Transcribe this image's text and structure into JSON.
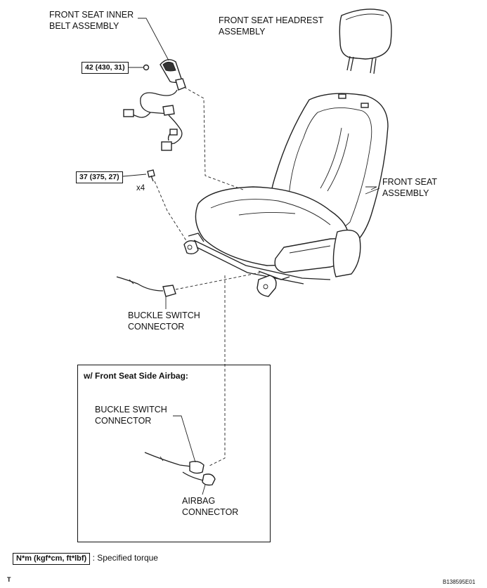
{
  "labels": {
    "inner_belt_line1": "FRONT SEAT INNER",
    "inner_belt_line2": "BELT ASSEMBLY",
    "headrest_line1": "FRONT SEAT HEADREST",
    "headrest_line2": "ASSEMBLY",
    "seat_line1": "FRONT SEAT",
    "seat_line2": "ASSEMBLY",
    "buckle_line1": "BUCKLE SWITCH",
    "buckle_line2": "CONNECTOR"
  },
  "torque": {
    "bolt_belt": "42 (430, 31)",
    "bolt_seat": "37 (375, 27)",
    "bolt_seat_qty": "x4"
  },
  "inset": {
    "title": "w/ Front Seat Side Airbag:",
    "buckle_line1": "BUCKLE SWITCH",
    "buckle_line2": "CONNECTOR",
    "airbag_line1": "AIRBAG",
    "airbag_line2": "CONNECTOR"
  },
  "legend": {
    "units": "N*m (kgf*cm, ft*lbf)",
    "text": ": Specified torque"
  },
  "footer": {
    "left_mark": "T",
    "figure_code": "B138595E01"
  }
}
